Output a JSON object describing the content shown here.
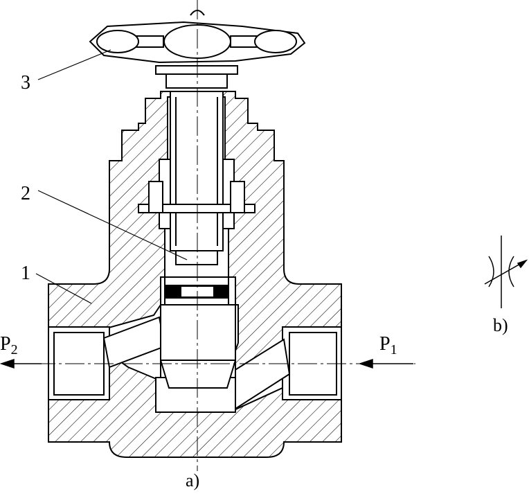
{
  "labels": {
    "part_1": "1",
    "part_2": "2",
    "part_3": "3",
    "p1_main": "P",
    "p1_sub": "1",
    "p2_main": "P",
    "p2_sub": "2",
    "caption_a": "a)",
    "caption_b": "b)"
  }
}
